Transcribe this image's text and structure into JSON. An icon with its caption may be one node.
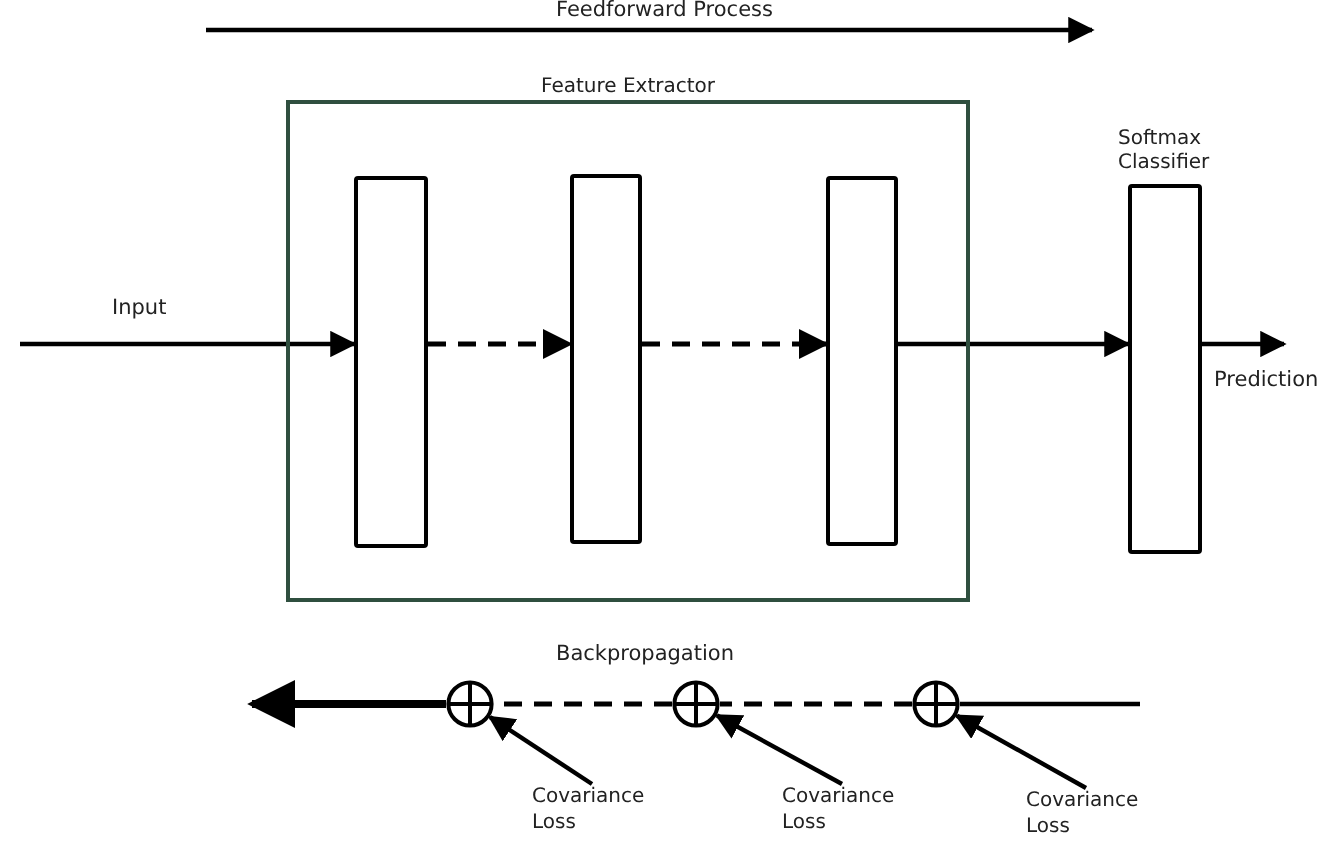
{
  "diagram": {
    "nodes": [
      {
        "text": [
          "Feature Extractor"
        ]
      },
      {
        "text": [],
        "shape": "box",
        "in": 0
      },
      {
        "text": [],
        "shape": "box",
        "in": 0
      },
      {
        "text": [],
        "shape": "box",
        "in": 0
      },
      {
        "text": [
          "Softmax Classifier"
        ]
      },
      {
        "text": [],
        "shape": "circle"
      },
      {
        "text": [],
        "shape": "circle"
      },
      {
        "text": [],
        "shape": "circle"
      },
      {
        "text": [
          "Covariance Loss"
        ]
      },
      {
        "text": [
          "Covariance Loss"
        ]
      },
      {
        "text": [
          "Covariance Loss"
        ]
      }
    ],
    "edges": [
      {
        "from": null,
        "to": 1,
        "arrow": "to",
        "label": "Input"
      },
      {
        "from": 1,
        "to": 2,
        "arrow": "to",
        "style": "dashed"
      },
      {
        "from": 2,
        "to": 3,
        "arrow": "to",
        "style": "dashed"
      },
      {
        "from": 3,
        "to": 4,
        "arrow": "to"
      },
      {
        "from": 4,
        "to": null,
        "arrow": "to",
        "label": "Prediction"
      },
      {
        "from": null,
        "to": 7,
        "arrow": "none"
      },
      {
        "from": 7,
        "to": 6,
        "arrow": "none",
        "style": "dashed"
      },
      {
        "from": 6,
        "to": 5,
        "arrow": "none",
        "style": "dashed"
      },
      {
        "from": 5,
        "to": null,
        "arrow": "to",
        "style": "thick"
      },
      {
        "from": 8,
        "to": 5,
        "arrow": "to"
      },
      {
        "from": 9,
        "to": 6,
        "arrow": "to"
      },
      {
        "from": 10,
        "to": 7,
        "arrow": "to"
      }
    ],
    "labels": [
      "Feedforward Process",
      "Backpropagation"
    ]
  }
}
